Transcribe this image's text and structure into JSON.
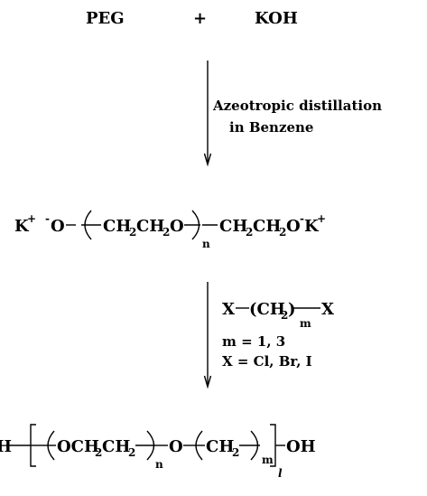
{
  "reactants": {
    "left": "PEG",
    "plus": "+",
    "right": "KOH"
  },
  "step1_conditions": {
    "line1": "Azeotropic distillation",
    "line2": "in Benzene"
  },
  "intermediate": {
    "k1": "K",
    "k1_charge": "+",
    "o1_charge": "-",
    "o1": "O",
    "repeat_unit_a": "CH",
    "repeat_unit_a_sub": "2",
    "repeat_unit_b": "CH",
    "repeat_unit_b_sub": "2",
    "repeat_unit_o": "O",
    "repeat_index": "n",
    "end_a": "CH",
    "end_a_sub": "2",
    "end_b": "CH",
    "end_b_sub": "2",
    "end_o": "O",
    "o2_charge": "-",
    "k2": "K",
    "k2_charge": "+"
  },
  "step2_conditions": {
    "reagent_x1": "X",
    "reagent_group": "(CH",
    "reagent_group_sub": "2",
    "reagent_group_close": ")",
    "reagent_index": "m",
    "reagent_x2": "X",
    "m_values": "m = 1, 3",
    "x_values": "X = Cl, Br, I"
  },
  "product": {
    "end_h": "H",
    "unit_a": "OCH",
    "unit_a_sub": "2",
    "unit_b": "CH",
    "unit_b_sub": "2",
    "index_n": "n",
    "link_o": "O",
    "unit_c": "CH",
    "unit_c_sub": "2",
    "index_m": "m",
    "outer_index": "l",
    "end_oh": "OH"
  }
}
